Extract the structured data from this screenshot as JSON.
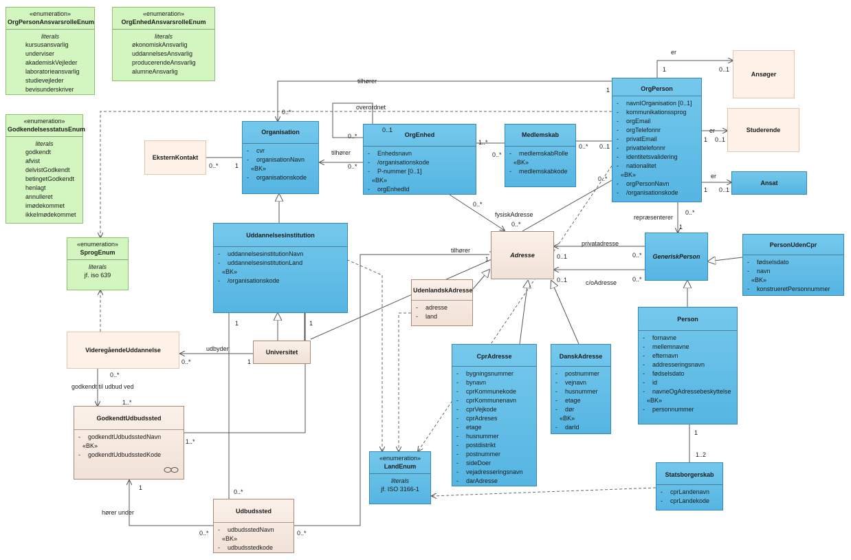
{
  "enums": {
    "orgPersonAnsvar": {
      "stereotype": "«enumeration»",
      "name": "OrgPersonAnsvarsrolleEnum",
      "literals_title": "literals",
      "values": [
        "kursusansvarlig",
        "underviser",
        "akademiskVejleder",
        "laboratorieansvarlig",
        "studievejleder",
        "bevisunderskriver"
      ]
    },
    "orgEnhedAnsvar": {
      "stereotype": "«enumeration»",
      "name": "OrgEnhedAnsvarsrolleEnum",
      "literals_title": "literals",
      "values": [
        "økonomiskAnsvarlig",
        "uddannelsesAnsvarlig",
        "producerendeAnsvarlig",
        "alumneAnsvarlig"
      ]
    },
    "godkendelsesstatus": {
      "stereotype": "«enumeration»",
      "name": "GodkendelsesstatusEnum",
      "literals_title": "literals",
      "values": [
        "godkendt",
        "afvist",
        "delvistGodkendt",
        "betingetGodkendt",
        "henlagt",
        "annulleret",
        "imødekommet",
        "ikkeImødekommet"
      ]
    },
    "sprog": {
      "stereotype": "«enumeration»",
      "name": "SprogEnum",
      "literals_title": "literals",
      "values": [
        "jf. iso 639"
      ]
    },
    "land": {
      "stereotype": "«enumeration»",
      "name": "LandEnum",
      "literals_title": "literals",
      "values": [
        "jf. ISO 3166-1"
      ]
    }
  },
  "classes": {
    "orgPerson": {
      "name": "OrgPerson",
      "attrs": [
        "navnIOrganisation [0..1]",
        "kommunikationssprog",
        "orgEmail",
        "orgTelefonnr",
        "privatEmail",
        "privattelefonnr",
        "identitetsvalidering",
        "nationalitet"
      ],
      "bk_label": "«BK»",
      "bk": [
        "orgPersonNavn",
        "/organisationskode"
      ]
    },
    "organisation": {
      "name": "Organisation",
      "attrs": [
        "cvr",
        "organisationNavn"
      ],
      "bk_label": "«BK»",
      "bk": [
        "organisationskode"
      ]
    },
    "orgEnhed": {
      "name": "OrgEnhed",
      "attrs": [
        "Enhedsnavn",
        "/organisationskode",
        "P-nummer [0..1]"
      ],
      "bk_label": "«BK»",
      "bk": [
        "orgEnhedId"
      ]
    },
    "medlemskab": {
      "name": "Medlemskab",
      "attrs": [
        "medlemskabRolle"
      ],
      "bk_label": "«BK»",
      "bk": [
        "medlemskabkode"
      ]
    },
    "uddannelsesinstitution": {
      "name": "Uddannelsesinstitution",
      "attrs": [
        "uddannelsesinstitutionNavn",
        "uddannelsesinstitutionLand"
      ],
      "bk_label": "«BK»",
      "bk": [
        "/organisationskode"
      ]
    },
    "adresse": {
      "name": "Adresse"
    },
    "udenlandskAdresse": {
      "name": "UdenlandskAdresse",
      "attrs": [
        "adresse",
        "land"
      ]
    },
    "cprAdresse": {
      "name": "CprAdresse",
      "attrs": [
        "bygningsnummer",
        "bynavn",
        "cprKommunekode",
        "cprKommunenavn",
        "cprVejkode",
        "cprAdreses",
        "etage",
        "husnummer",
        "postdistrikt",
        "postnummer",
        "sideDoer",
        "vejadresseringsnavn",
        "darAdresse"
      ]
    },
    "danskAdresse": {
      "name": "DanskAdresse",
      "attrs": [
        "postnummer",
        "vejnavn",
        "husnummer",
        "etage",
        "dør"
      ],
      "bk_label": "«BK»",
      "bk": [
        "darId"
      ]
    },
    "generiskPerson": {
      "name": "GeneriskPerson"
    },
    "personUdenCpr": {
      "name": "PersonUdenCpr",
      "attrs": [
        "fødselsdato",
        "navn"
      ],
      "bk_label": "«BK»",
      "bk": [
        "konstrueretPersonnummer"
      ]
    },
    "person": {
      "name": "Person",
      "attrs": [
        "fornavne",
        "mellemnavne",
        "efternavn",
        "addresseringsnavn",
        "fødselsdato",
        "id",
        "navneOgAdressebeskyttelse"
      ],
      "bk_label": "«BK»",
      "bk": [
        "personnummer"
      ]
    },
    "statsborgerskab": {
      "name": "Statsborgerskab",
      "attrs": [
        "cprLandenavn",
        "cprLandekode"
      ]
    },
    "godkendtUdbudssted": {
      "name": "GodkendtUdbudssted",
      "attrs": [
        "godkendtUdbudsstedNavn"
      ],
      "bk_label": "«BK»",
      "bk": [
        "godkendtUdbudsstedKode"
      ]
    },
    "udbudssted": {
      "name": "Udbudssted",
      "attrs": [
        "udbudsstedNavn"
      ],
      "bk_label": "«BK»",
      "bk": [
        "udbudsstedkode"
      ]
    }
  },
  "simple": {
    "ansoger": "Ansøger",
    "studerende": "Studerende",
    "ansat": "Ansat",
    "eksternKontakt": "EksternKontakt",
    "universitet": "Universitet",
    "videregaaende": "VideregåendeUddannelse"
  },
  "labels": [
    {
      "id": "er1",
      "text": "er"
    },
    {
      "id": "m1a",
      "text": "1"
    },
    {
      "id": "m1b",
      "text": "0..1"
    },
    {
      "id": "er2",
      "text": "er"
    },
    {
      "id": "m2a",
      "text": "1"
    },
    {
      "id": "m2b",
      "text": "0..1"
    },
    {
      "id": "er3",
      "text": "er"
    },
    {
      "id": "m3a",
      "text": "1"
    },
    {
      "id": "m3b",
      "text": "0..1"
    },
    {
      "id": "tilhorer1",
      "text": "tilhører"
    },
    {
      "id": "m4a",
      "text": "1"
    },
    {
      "id": "overordnet",
      "text": "overordnet"
    },
    {
      "id": "m5a",
      "text": "0..*"
    },
    {
      "id": "m5b",
      "text": "0..1"
    },
    {
      "id": "m6a",
      "text": "0..*"
    },
    {
      "id": "m7a",
      "text": "0..*"
    },
    {
      "id": "m7b",
      "text": "1"
    },
    {
      "id": "tilhorer2",
      "text": "tilhører"
    },
    {
      "id": "m8a",
      "text": "0..*"
    },
    {
      "id": "m9a",
      "text": "1..*"
    },
    {
      "id": "m9b",
      "text": "0..*"
    },
    {
      "id": "m10a",
      "text": "0..*"
    },
    {
      "id": "m10b",
      "text": "0..1"
    },
    {
      "id": "m11a",
      "text": "0..*"
    },
    {
      "id": "fysisk",
      "text": "fysiskAdresse"
    },
    {
      "id": "m12a",
      "text": "0..*"
    },
    {
      "id": "m12b",
      "text": "0..*"
    },
    {
      "id": "repr",
      "text": "repræsenterer"
    },
    {
      "id": "m13a",
      "text": "0..*"
    },
    {
      "id": "m13b",
      "text": "1"
    },
    {
      "id": "privat",
      "text": "privatadresse"
    },
    {
      "id": "m14a",
      "text": "0..1"
    },
    {
      "id": "m14b",
      "text": "0..*"
    },
    {
      "id": "co",
      "text": "c/oAdresse"
    },
    {
      "id": "m15a",
      "text": "0..1"
    },
    {
      "id": "m15b",
      "text": "0..*"
    },
    {
      "id": "tilhorer3",
      "text": "tilhører"
    },
    {
      "id": "m16a",
      "text": "1"
    },
    {
      "id": "udbyder",
      "text": "udbyder"
    },
    {
      "id": "m17a",
      "text": "0..*"
    },
    {
      "id": "m17b",
      "text": "1"
    },
    {
      "id": "m18a",
      "text": "1"
    },
    {
      "id": "m18b",
      "text": "1"
    },
    {
      "id": "godk",
      "text": "godkendt til udbud ved"
    },
    {
      "id": "m19a",
      "text": "0..*"
    },
    {
      "id": "m19b",
      "text": "1..*"
    },
    {
      "id": "m20a",
      "text": "1..*"
    },
    {
      "id": "horer",
      "text": "hører under"
    },
    {
      "id": "m21a",
      "text": "1"
    },
    {
      "id": "m21b",
      "text": "0..*"
    },
    {
      "id": "m22a",
      "text": "0..*"
    },
    {
      "id": "m22b",
      "text": "0..*"
    },
    {
      "id": "m23a",
      "text": "1"
    },
    {
      "id": "m23b",
      "text": "1..2"
    }
  ]
}
